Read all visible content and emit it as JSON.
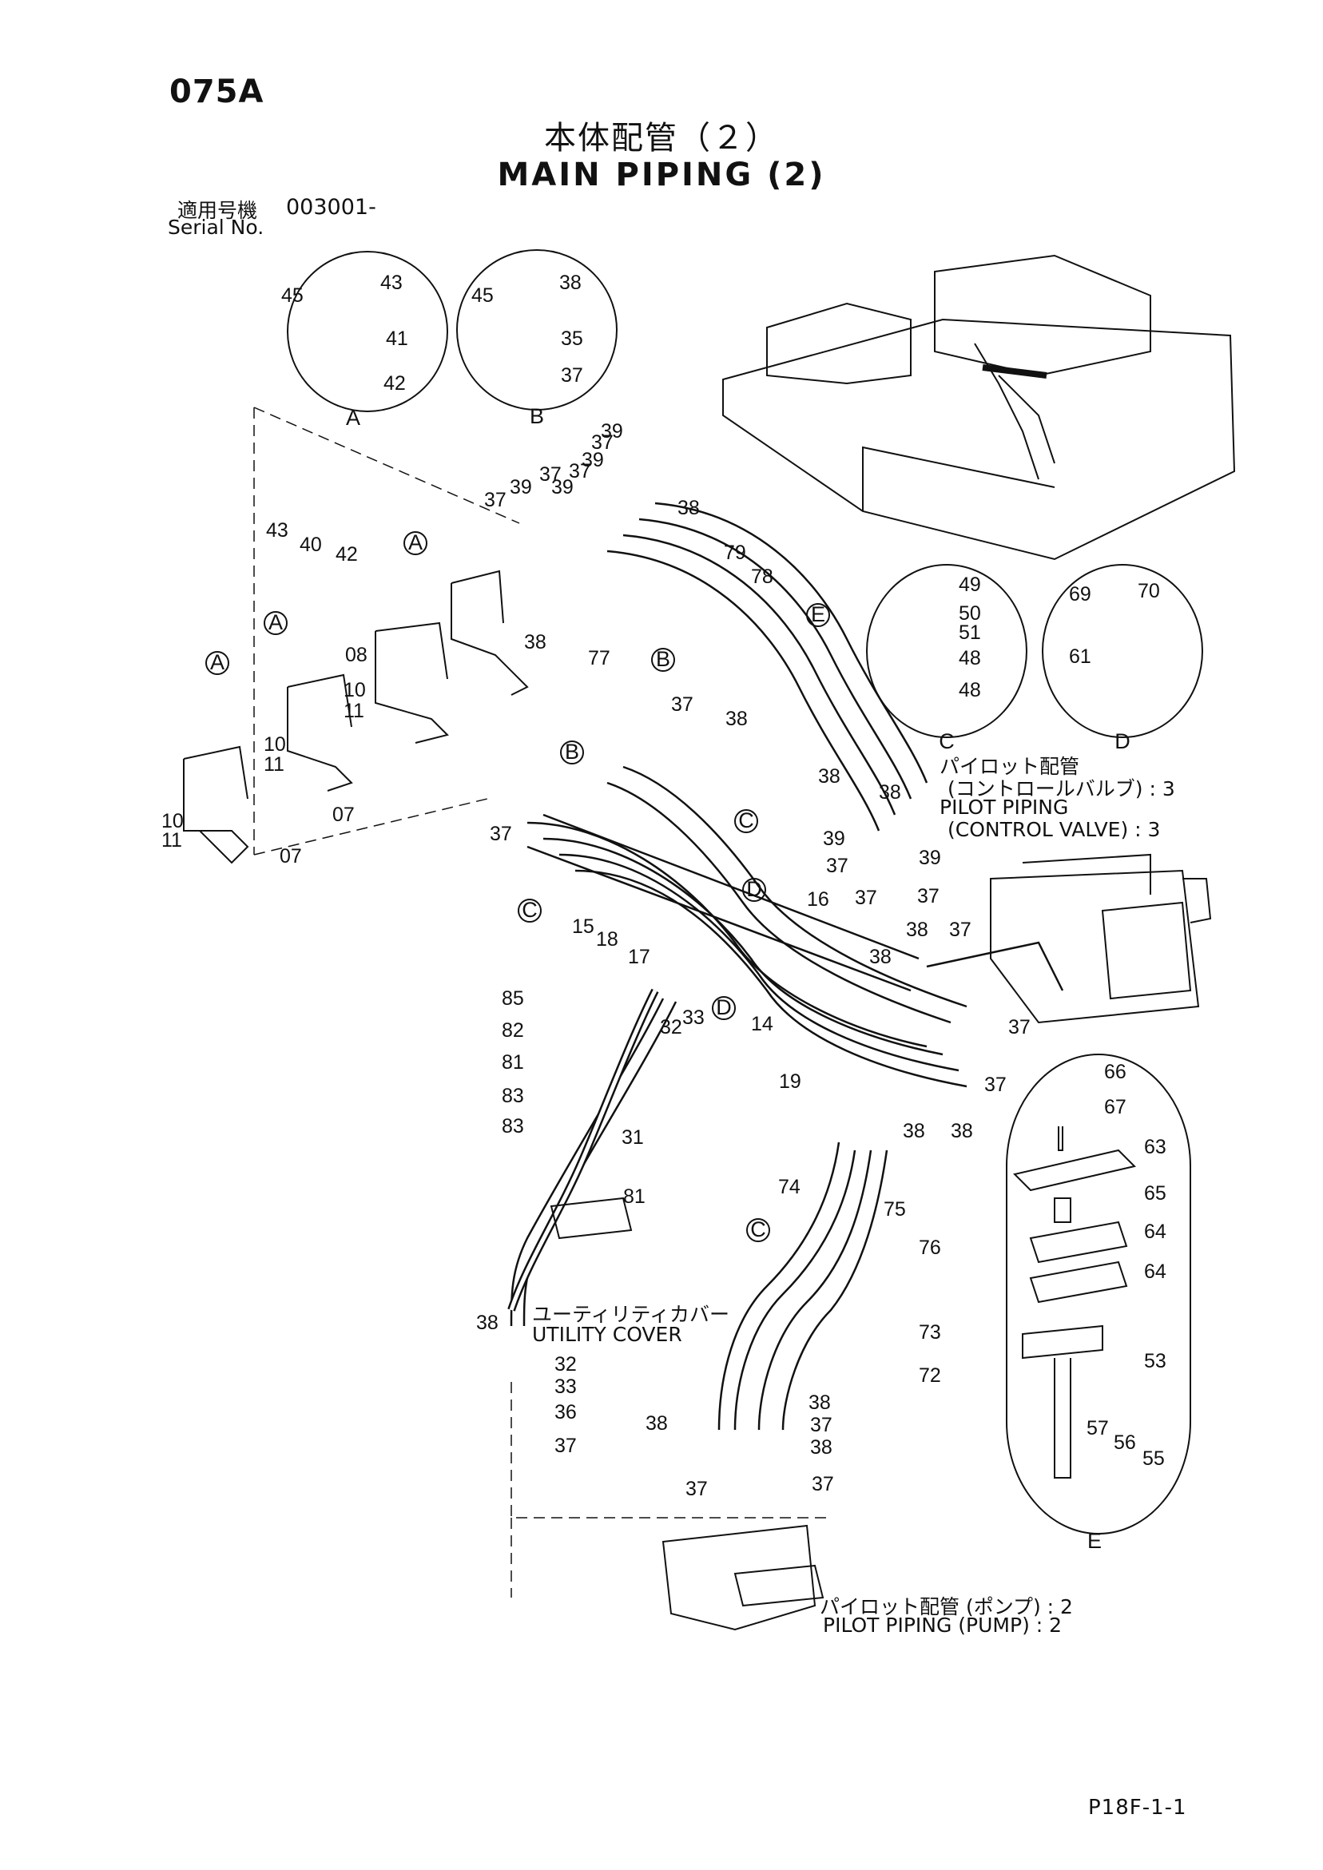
{
  "header": {
    "page_code": "075A",
    "title_jp": "本体配管（２）",
    "title_en": "MAIN PIPING (2)",
    "serial_label_jp": "適用号機",
    "serial_number": "003001-",
    "serial_label_en": "Serial No."
  },
  "notes": {
    "pilot_cv_jp": "パイロット配管",
    "pilot_cv_jp2": "(コントロールバルブ) : 3",
    "pilot_cv_en": "PILOT PIPING",
    "pilot_cv_en2": "(CONTROL VALVE) : 3",
    "utility_jp": "ユーティリティカバー",
    "utility_en": "UTILITY COVER",
    "pilot_pump_jp": "パイロット配管 (ポンプ) : 2",
    "pilot_pump_en": "PILOT PIPING (PUMP) : 2"
  },
  "detail_views": [
    "A",
    "B",
    "C",
    "D",
    "E"
  ],
  "part_numbers": [
    "07",
    "08",
    "10",
    "11",
    "14",
    "15",
    "16",
    "17",
    "18",
    "19",
    "31",
    "32",
    "33",
    "35",
    "36",
    "37",
    "38",
    "39",
    "40",
    "41",
    "42",
    "43",
    "45",
    "48",
    "49",
    "50",
    "51",
    "53",
    "55",
    "56",
    "57",
    "61",
    "63",
    "64",
    "65",
    "66",
    "67",
    "69",
    "70",
    "72",
    "73",
    "74",
    "75",
    "76",
    "77",
    "78",
    "79",
    "81",
    "82",
    "83",
    "85"
  ],
  "footer": {
    "page_ref": "P18F-1-1"
  }
}
